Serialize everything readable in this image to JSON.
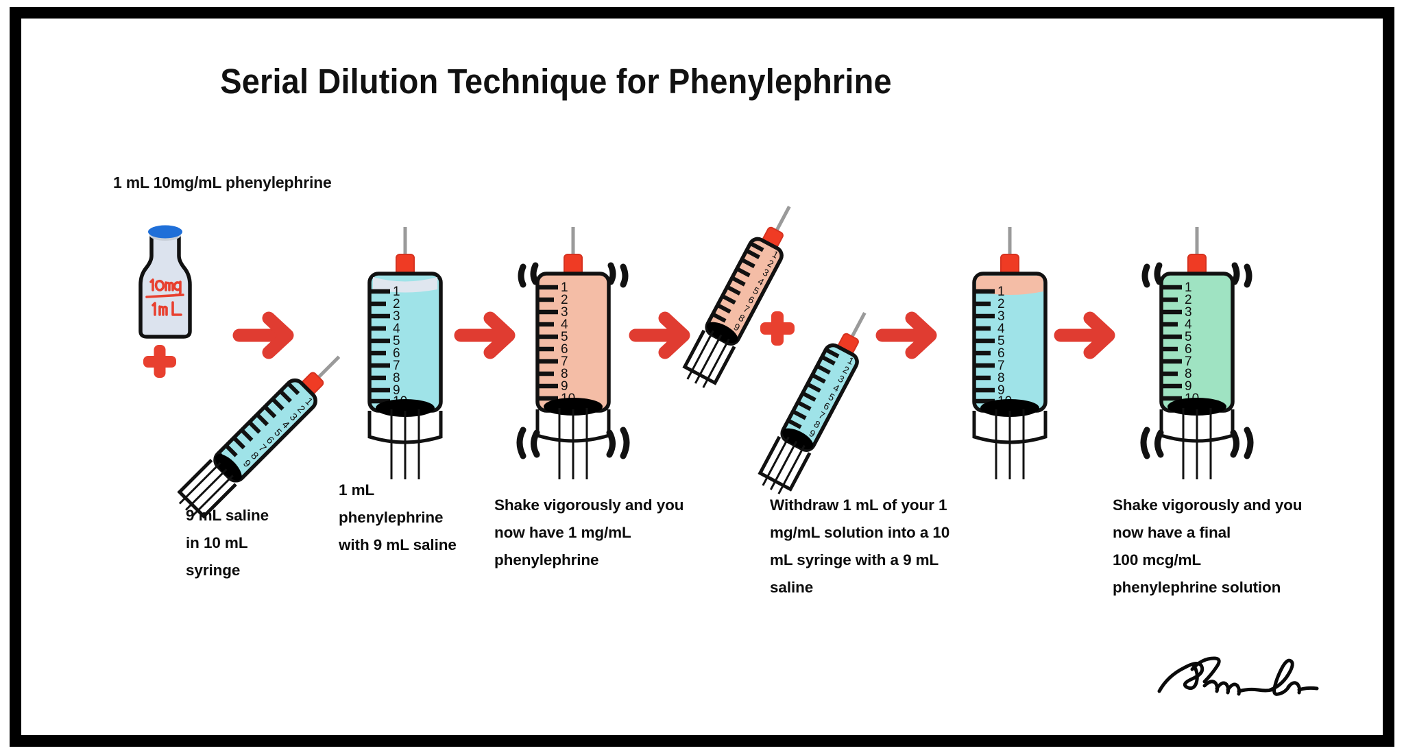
{
  "poster": {
    "title": "Serial Dilution Technique for Phenylephrine",
    "border_color": "#000000",
    "background_color": "#ffffff"
  },
  "colors": {
    "arrow_red": "#e03c31",
    "plus_red": "#e8402f",
    "syringe_cyan": "#9fe3e8",
    "syringe_salmon": "#f4bda6",
    "syringe_green": "#9fe3c2",
    "syringe_pale_top": "#dfe6ef",
    "vial_body": "#dce3ee",
    "vial_cap": "#1f6fd8",
    "needle_gray": "#9a9a9a",
    "hub_red": "#ef3b24",
    "plunger_black": "#000000",
    "text_black": "#0c0c0c",
    "handwriting_red": "#e8402f"
  },
  "vial": {
    "label_top": "1 mL 10mg/mL phenylephrine",
    "handwritten_numerator": "10mg",
    "handwritten_denominator": "1mL"
  },
  "steps": [
    {
      "id": "step-1-saline-syringe",
      "caption_lines": [
        "9 mL saline",
        "in 10 mL",
        "syringe"
      ],
      "syringe_fill": "cyan",
      "orientation": "tilted"
    },
    {
      "id": "step-2-mixed-syringe",
      "caption_lines": [
        "1 mL",
        "phenylephrine",
        "with 9 mL saline"
      ],
      "syringe_fill": "cyan",
      "orientation": "upright"
    },
    {
      "id": "step-3-shake",
      "caption_lines": [
        "Shake vigorously and you",
        "now have 1 mg/mL",
        "phenylephrine"
      ],
      "syringe_fill": "salmon",
      "orientation": "upright",
      "shaking": true
    },
    {
      "id": "step-4-withdraw",
      "caption_lines": [
        "Withdraw 1 mL of your 1",
        "mg/mL solution into a 10",
        "mL syringe with a 9 mL",
        "saline"
      ],
      "syringe_fill": "salmon+cyan",
      "orientation": "tilted-pair"
    },
    {
      "id": "step-5-combined",
      "caption_lines": [],
      "syringe_fill": "cyan-with-salmon-layer",
      "orientation": "upright"
    },
    {
      "id": "step-6-final",
      "caption_lines": [
        "Shake vigorously and you",
        "now have a final",
        "100 mcg/mL",
        "phenylephrine solution"
      ],
      "syringe_fill": "green",
      "orientation": "upright",
      "shaking": true
    }
  ],
  "syringe_graduations": [
    "1",
    "2",
    "3",
    "4",
    "5",
    "6",
    "7",
    "8",
    "9",
    "10"
  ],
  "operators": {
    "plus": "+",
    "arrow": "→"
  },
  "signature": {
    "present": true,
    "description": "handwritten signature"
  }
}
